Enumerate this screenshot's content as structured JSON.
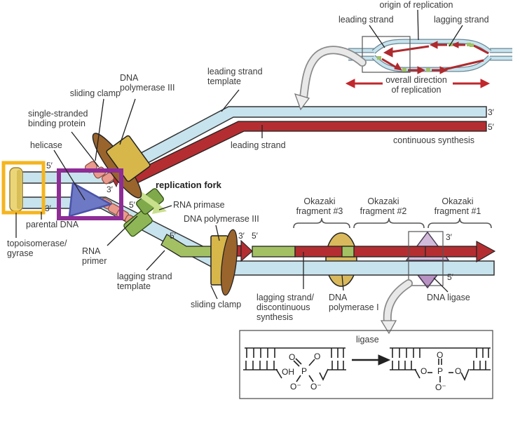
{
  "inset_top": {
    "origin_label": "origin of replication",
    "leading_label": "leading strand",
    "lagging_label": "lagging strand",
    "direction_label": "overall direction\nof replication"
  },
  "labels": {
    "leading_strand_template": "leading strand\ntemplate",
    "dna_polymerase_3_upper": "DNA\npolymerase III",
    "sliding_clamp_upper": "sliding clamp",
    "single_stranded_binding_protein": "single-stranded\nbinding protein",
    "helicase": "helicase",
    "parental_dna": "parental DNA",
    "topoisomerase_gyrase": "topoisomerase/\ngyrase",
    "leading_strand": "leading strand",
    "continuous_synthesis": "continuous synthesis",
    "replication_fork": "replication fork",
    "rna_primase": "RNA primase",
    "rna_primer": "RNA\nprimer",
    "dna_polymerase_3_lower": "DNA polymerase III",
    "lagging_strand_template": "lagging strand\ntemplate",
    "sliding_clamp_lower": "sliding clamp",
    "okazaki_3": "Okazaki\nfragment #3",
    "okazaki_2": "Okazaki\nfragment #2",
    "okazaki_1": "Okazaki\nfragment #1",
    "lagging_discontinuous": "lagging strand/\ndiscontinuous\nsynthesis",
    "dna_polymerase_1": "DNA\npolymerase I",
    "dna_ligase": "DNA ligase",
    "ligase": "ligase"
  },
  "primes": {
    "template_3": "3′",
    "leading_5": "5′",
    "parental_5": "5′",
    "parental_3": "3′",
    "fork_3": "3′",
    "fork_5": "5′",
    "primer_5": "5′",
    "frag_new_3": "3′",
    "frag_next_5": "5′",
    "okazaki1_3": "3′",
    "okazaki1_5": "5′"
  },
  "chemistry": {
    "left": {
      "oh": "OH",
      "o_top_left": "O",
      "o_top_right": "O",
      "p": "P",
      "o_minus_left": "O⁻",
      "o_minus_right": "O⁻"
    },
    "right": {
      "o_top": "O",
      "o_left": "O",
      "p": "P",
      "o_right": "O",
      "o_minus": "O⁻"
    }
  },
  "colors": {
    "template_blue": "#C7E3ED",
    "strand_red": "#B42E31",
    "primer_green": "#A3C162",
    "primase_green": "#7FA94B",
    "polymerase_gold": "#D7B64A",
    "clamp_brown": "#9A642D",
    "helicase_blue": "#6E79C6",
    "ssb_pink": "#E89A8C",
    "ligase_purple": "#C4A6CE",
    "topoisomerase_yellow": "#EBD579",
    "highlight_yellow": "#F5B51F",
    "highlight_purple": "#8E2D96",
    "direction_red": "#C1272D"
  }
}
